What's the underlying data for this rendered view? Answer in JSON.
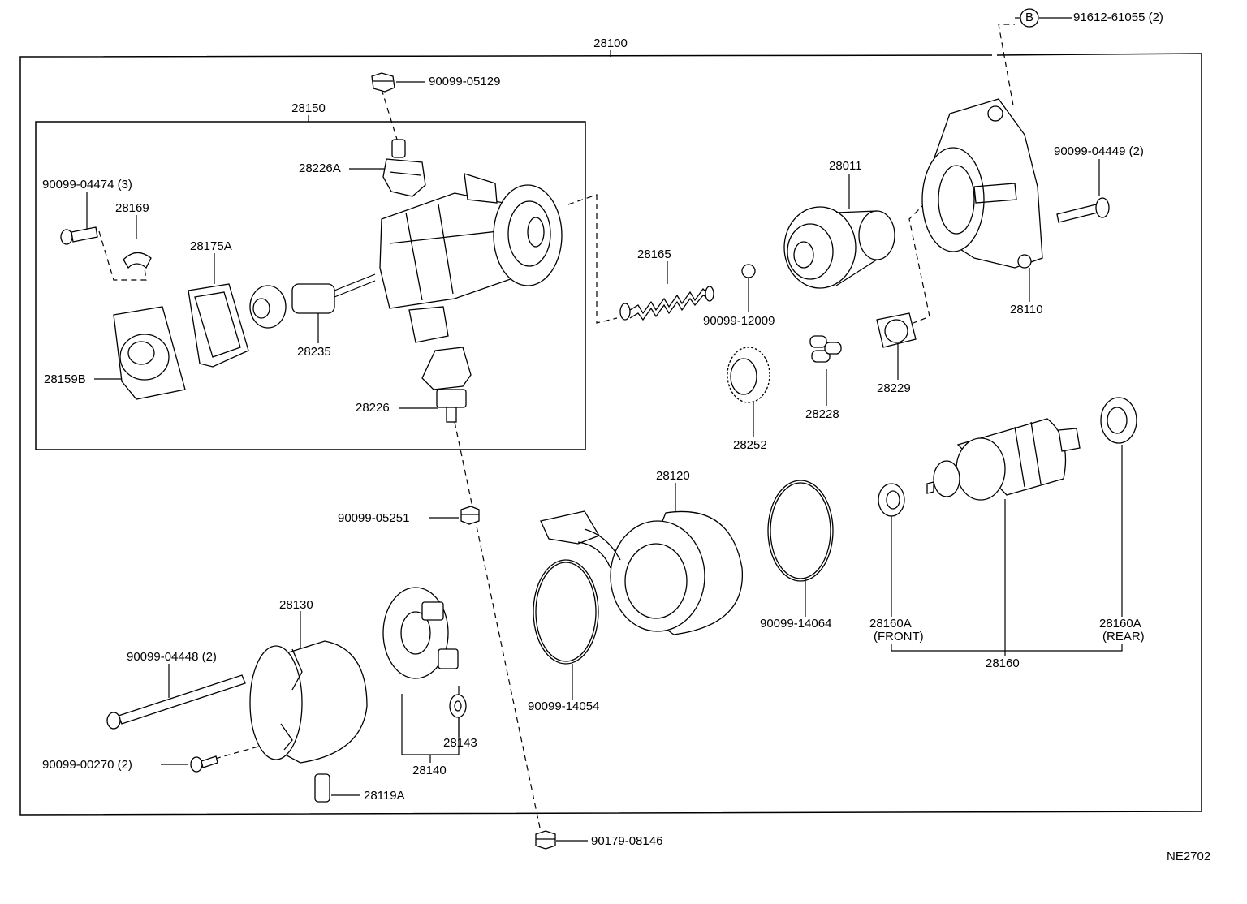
{
  "assembly": "28100",
  "sub_assembly": "28150",
  "figure_code": "NE2702",
  "circle_marker": "B",
  "labels": {
    "p91612": "91612-61055 (2)",
    "p90099_05129": "90099-05129",
    "p28226A": "28226A",
    "p90099_04474": "90099-04474 (3)",
    "p28169": "28169",
    "p28175A": "28175A",
    "p28235": "28235",
    "p28159B": "28159B",
    "p28226": "28226",
    "p28165": "28165",
    "p90099_12009": "90099-12009",
    "p28011": "28011",
    "p90099_04449": "90099-04449 (2)",
    "p28110": "28110",
    "p28229": "28229",
    "p28228": "28228",
    "p28252": "28252",
    "p90099_05251": "90099-05251",
    "p28120": "28120",
    "p90099_14064": "90099-14064",
    "p28160A_front": "28160A",
    "p28160A_front_note": "(FRONT)",
    "p28160A_rear": "28160A",
    "p28160A_rear_note": "(REAR)",
    "p28160": "28160",
    "p28130": "28130",
    "p90099_04448": "90099-04448 (2)",
    "p90099_00270": "90099-00270 (2)",
    "p28119A": "28119A",
    "p28143": "28143",
    "p28140": "28140",
    "p90099_14054": "90099-14054",
    "p90179_08146": "90179-08146"
  }
}
